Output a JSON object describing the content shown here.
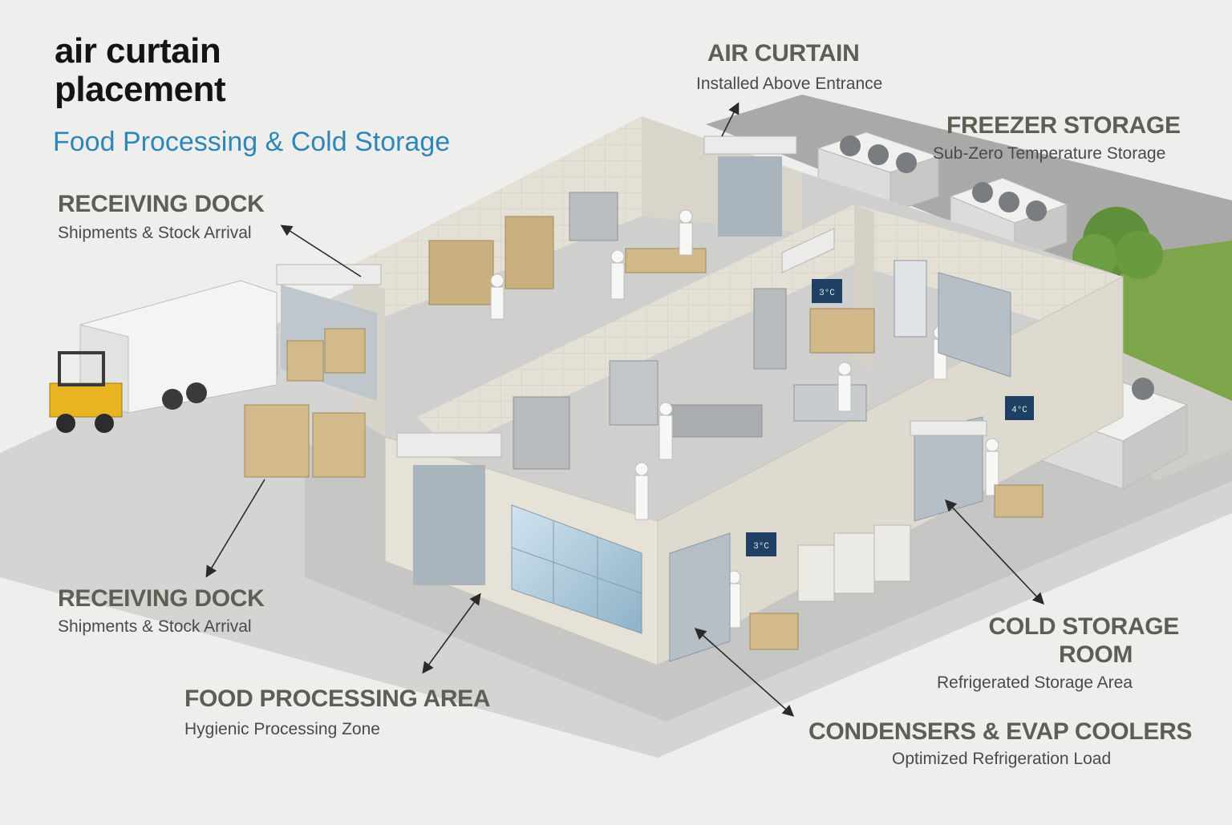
{
  "header": {
    "title": "air curtain placement",
    "subtitle": "Food Processing & Cold Storage"
  },
  "labels": {
    "air_curtain": {
      "heading": "AIR CURTAIN",
      "sub": "Installed Above Entrance"
    },
    "freezer_storage": {
      "heading": "FREEZER STORAGE",
      "sub": "Sub-Zero Temperature Storage"
    },
    "receiving_dock_top": {
      "heading": "RECEIVING DOCK",
      "sub": "Shipments & Stock Arrival"
    },
    "receiving_dock_bottom": {
      "heading": "RECEIVING DOCK",
      "sub": "Shipments & Stock Arrival"
    },
    "food_processing": {
      "heading": "FOOD PROCESSING AREA",
      "sub": "Hygienic Processing Zone"
    },
    "cold_storage": {
      "heading_line1": "COLD STORAGE",
      "heading_line2": "ROOM",
      "sub": "Refrigerated Storage Area"
    },
    "condensers": {
      "heading": "CONDENSERS & EVAP COOLERS",
      "sub": "Optimized Refrigeration Load"
    }
  },
  "temperature_displays": [
    "3°C",
    "4°C",
    "3°C"
  ],
  "colors": {
    "background": "#eeeeec",
    "title": "#141414",
    "subtitle_accent": "#2f86b8",
    "label_heading": "#5c5f54",
    "label_sub": "#4a4a4a",
    "wall": "#e6e2d8",
    "floor": "#c9c9c7",
    "grass": "#7da54a",
    "forklift": "#e8b422",
    "display_panel": "#1f3f63"
  }
}
